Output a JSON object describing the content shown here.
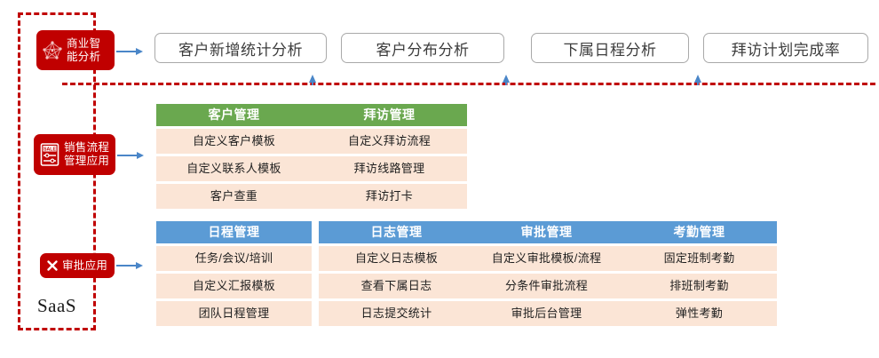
{
  "saas": {
    "label": "SaaS"
  },
  "badges": [
    {
      "id": "bi",
      "label": "商业智\n能分析",
      "icon": "network-graph-icon",
      "color": "#c00000"
    },
    {
      "id": "sale",
      "label": "销售流程\n管理应用",
      "icon": "sale-tag-icon",
      "color": "#c00000"
    },
    {
      "id": "appr",
      "label": "审批应用",
      "icon": "cross-mark-icon",
      "color": "#c00000"
    }
  ],
  "analytics_pills": [
    {
      "label": "客户新增统计分析"
    },
    {
      "label": "客户分布分析"
    },
    {
      "label": "下属日程分析"
    },
    {
      "label": "拜访计划完成率"
    }
  ],
  "modules": [
    {
      "title": "客户管理",
      "theme": "green",
      "rows": [
        "自定义客户模板",
        "自定义联系人模板",
        "客户查重"
      ]
    },
    {
      "title": "拜访管理",
      "theme": "green",
      "rows": [
        "自定义拜访流程",
        "拜访线路管理",
        "拜访打卡"
      ]
    },
    {
      "title": "日程管理",
      "theme": "blue",
      "rows": [
        "任务/会议/培训",
        "自定义汇报模板",
        "团队日程管理"
      ]
    },
    {
      "title": "日志管理",
      "theme": "blue",
      "rows": [
        "自定义日志模板",
        "查看下属日志",
        "日志提交统计"
      ]
    },
    {
      "title": "审批管理",
      "theme": "blue",
      "rows": [
        "自定义审批模板/流程",
        "分条件审批流程",
        "审批后台管理"
      ]
    },
    {
      "title": "考勤管理",
      "theme": "blue",
      "rows": [
        "固定班制考勤",
        "排班制考勤",
        "弹性考勤"
      ]
    }
  ],
  "colors": {
    "dashed_border": "#c00000",
    "badge_bg": "#c00000",
    "green_header": "#6aa84f",
    "blue_header": "#5b9bd5",
    "row_bg": "#fbe5d6",
    "arrow_blue": "#4a86c8",
    "pill_border": "#a9a9a9"
  }
}
